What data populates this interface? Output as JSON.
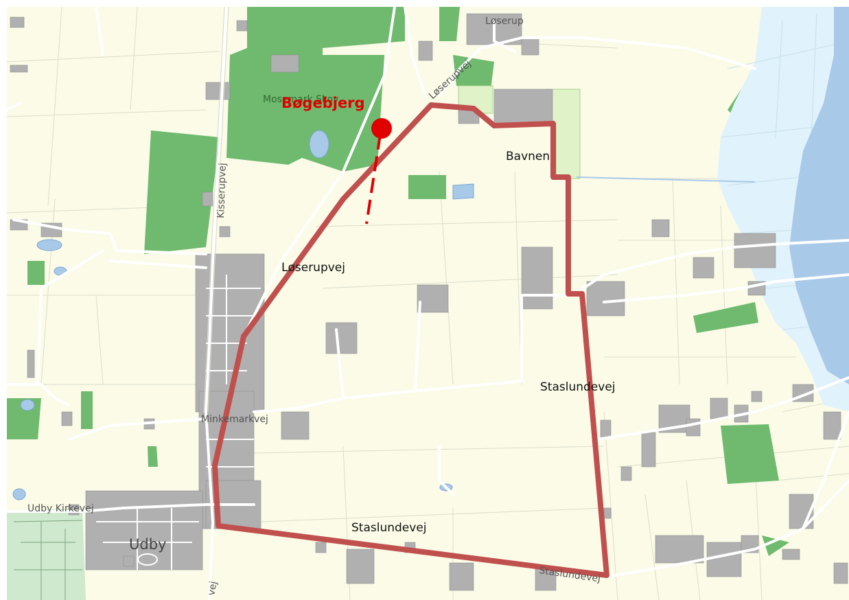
{
  "map": {
    "poi": {
      "label": "Bøgebjerg",
      "color": "#e00000"
    },
    "roads": {
      "loserupvej_main": "Løserupvej",
      "loserupvej_north": "Løserupvej",
      "kisserupvej": "Kisserupvej",
      "minkemarkvej": "Minkemarkvej",
      "udby_kirkevej": "Udby Kirkevej",
      "staslundevej_east": "Staslundevej",
      "staslundevej_south": "Staslundevej",
      "staslundevej_corner": "Staslundevej",
      "vej_bottom": "vej"
    },
    "places": {
      "loserup": "Løserup",
      "bavnen": "Bavnen",
      "udby": "Udby"
    },
    "forest_label": "Mosemark Skov",
    "colors": {
      "route": "#c0504d",
      "field": "#fbfbe8",
      "forest": "#6fba6f",
      "water": "#a9c9e8",
      "wetland": "#e0f2fb",
      "building": "#b0b0b0",
      "road": "#ffffff"
    }
  }
}
